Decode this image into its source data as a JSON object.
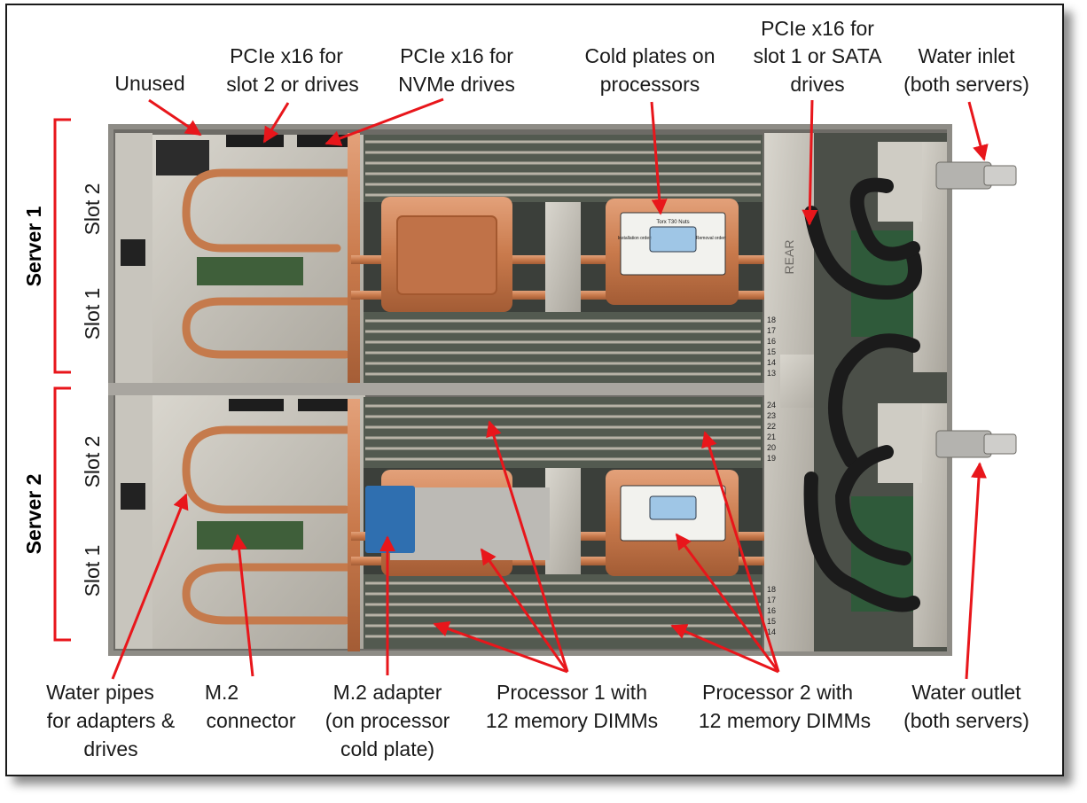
{
  "labels": {
    "unused": "Unused",
    "pcie_slot2": [
      "PCIe x16 for",
      "slot 2 or drives"
    ],
    "pcie_nvme": [
      "PCIe x16 for",
      "NVMe drives"
    ],
    "cold_plates": [
      "Cold plates on",
      "processors"
    ],
    "pcie_slot1": [
      "PCIe x16 for",
      "slot 1 or SATA",
      "drives"
    ],
    "water_inlet": [
      "Water inlet",
      "(both servers)"
    ],
    "server1": "Server 1",
    "server2": "Server 2",
    "slot2_top": "Slot 2",
    "slot1_top": "Slot 1",
    "slot2_bottom": "Slot 2",
    "slot1_bottom": "Slot 1",
    "water_pipes": [
      "Water pipes",
      "for adapters &",
      "drives"
    ],
    "m2_connector": [
      "M.2",
      "connector"
    ],
    "m2_adapter": [
      "M.2 adapter",
      "(on processor",
      "cold plate)"
    ],
    "processor1": [
      "Processor 1 with",
      "12 memory DIMMs"
    ],
    "processor2": [
      "Processor 2 with",
      "12 memory DIMMs"
    ],
    "water_outlet": [
      "Water outlet",
      "(both servers)"
    ]
  },
  "rear_panel": {
    "rear_text": "REAR",
    "numbers_top": [
      "18",
      "17",
      "16",
      "15",
      "14",
      "13"
    ],
    "numbers_mid": [
      "24",
      "23",
      "22",
      "21",
      "20",
      "19"
    ],
    "numbers_bottom": [
      "18",
      "17",
      "16",
      "15",
      "14"
    ]
  },
  "coldplate_tag": {
    "title": "Torx T30 Nuts",
    "left": "Installation order:",
    "right": "Removal order:"
  },
  "colors": {
    "arrow": "#e8161b",
    "copper": "#c97a4c",
    "chassis": "#b9b6ae",
    "board": "#3a3f3a",
    "bracket": "#e8161b"
  }
}
